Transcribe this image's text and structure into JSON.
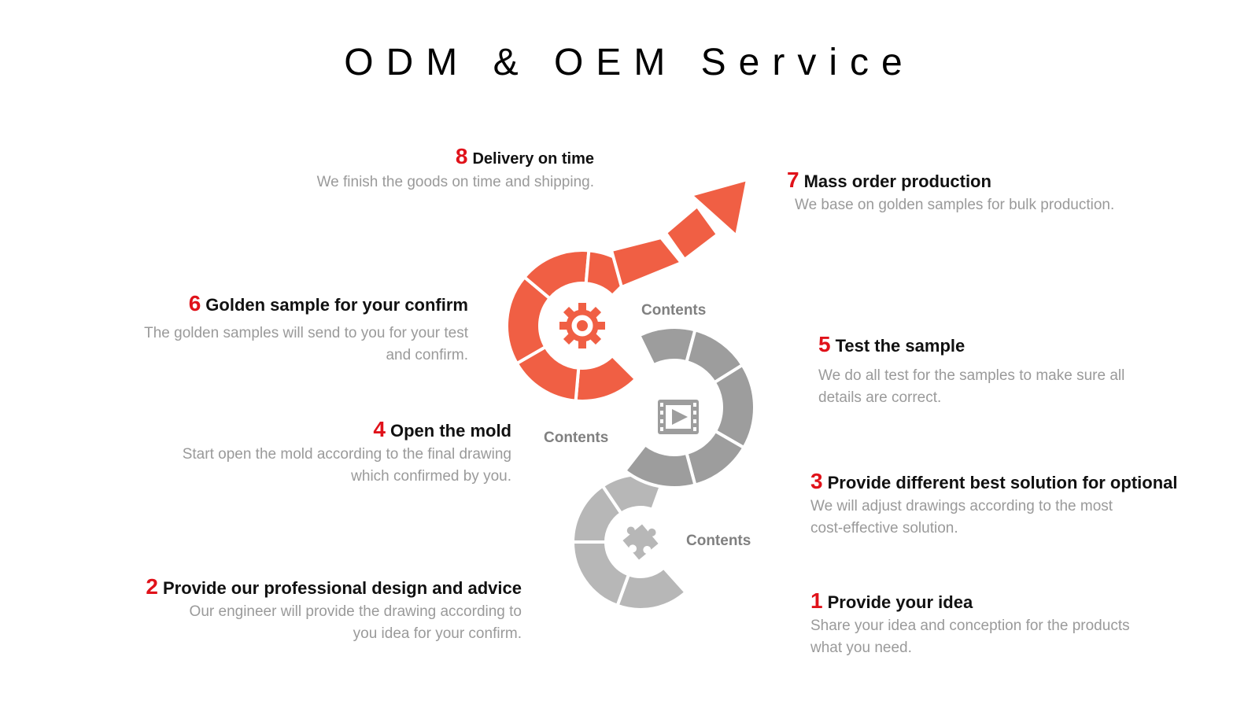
{
  "title": "ODM & OEM Service",
  "steps": [
    {
      "num": "1",
      "title": "Provide your idea",
      "desc": [
        "Share your idea and conception for the products",
        "what you need."
      ]
    },
    {
      "num": "2",
      "title": "Provide our professional design and advice",
      "desc": [
        "Our engineer will provide the drawing according to",
        "you idea for your confirm."
      ]
    },
    {
      "num": "3",
      "title": "Provide different best solution for optional",
      "desc": [
        "We will adjust drawings according to the most",
        "cost-effective solution."
      ]
    },
    {
      "num": "4",
      "title": "Open the mold",
      "desc": [
        "Start open the mold according to the final drawing",
        "which confirmed by you."
      ]
    },
    {
      "num": "5",
      "title": "Test the sample",
      "desc": [
        "We do all test for the samples to make sure all",
        "details are correct."
      ]
    },
    {
      "num": "6",
      "title": "Golden sample for your confirm",
      "desc": [
        "The golden samples will send to you for your test",
        "and confirm."
      ]
    },
    {
      "num": "7",
      "title": "Mass order production",
      "desc": [
        "We base on golden samples for bulk production."
      ]
    },
    {
      "num": "8",
      "title": "Delivery on time",
      "desc": [
        "We finish the goods on time and shipping."
      ]
    }
  ],
  "diagram": {
    "labels": [
      "Contents",
      "Contents",
      "Contents"
    ],
    "icons": [
      "gear-icon",
      "video-icon",
      "puzzle-icon"
    ],
    "colors": {
      "accent": "#f05f44",
      "mid_gray": "#9d9d9d",
      "light_gray": "#b7b7b7",
      "label": "#808080",
      "number": "#e0121a"
    }
  }
}
